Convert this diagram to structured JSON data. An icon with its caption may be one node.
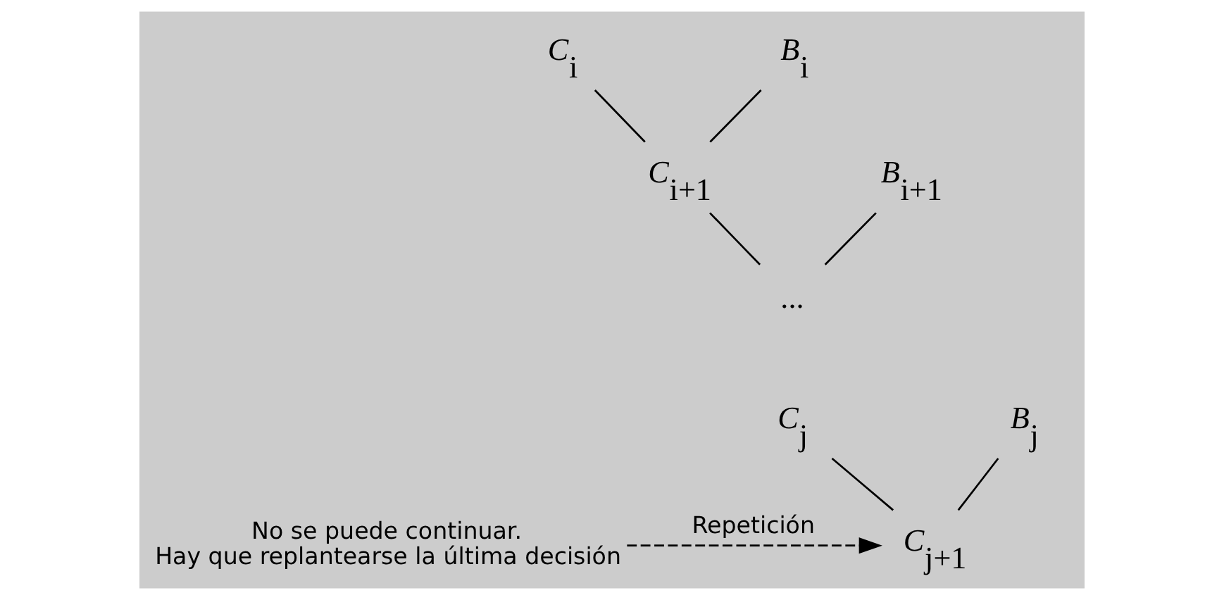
{
  "diagram": {
    "nodes": [
      {
        "text": [
          "*C*$_{i}$"
        ]
      },
      {
        "text": [
          "*B*$_{i}$"
        ]
      },
      {
        "text": [
          "*C*$_{i+1}$"
        ]
      },
      {
        "text": [
          "*B*$_{i+1}$"
        ]
      },
      {
        "text": [
          "..."
        ]
      },
      {
        "text": [
          "*C*$_{j}$"
        ]
      },
      {
        "text": [
          "*B*$_{j}$"
        ]
      },
      {
        "text": [
          "*C*$_{j+1}$"
        ]
      },
      {
        "text": [
          "No se puede continuar.",
          "Hay que replantearse la última decisión"
        ]
      }
    ],
    "edges": [
      {
        "from": 0,
        "to": 2,
        "arrow": "none"
      },
      {
        "from": 1,
        "to": 2,
        "arrow": "none"
      },
      {
        "from": 2,
        "to": 4,
        "arrow": "none"
      },
      {
        "from": 3,
        "to": 4,
        "arrow": "none"
      },
      {
        "from": 5,
        "to": 7,
        "arrow": "none"
      },
      {
        "from": 6,
        "to": 7,
        "arrow": "none"
      },
      {
        "from": 8,
        "to": 7,
        "arrow": "to",
        "label": "Repetición",
        "style": "dashed"
      }
    ]
  }
}
